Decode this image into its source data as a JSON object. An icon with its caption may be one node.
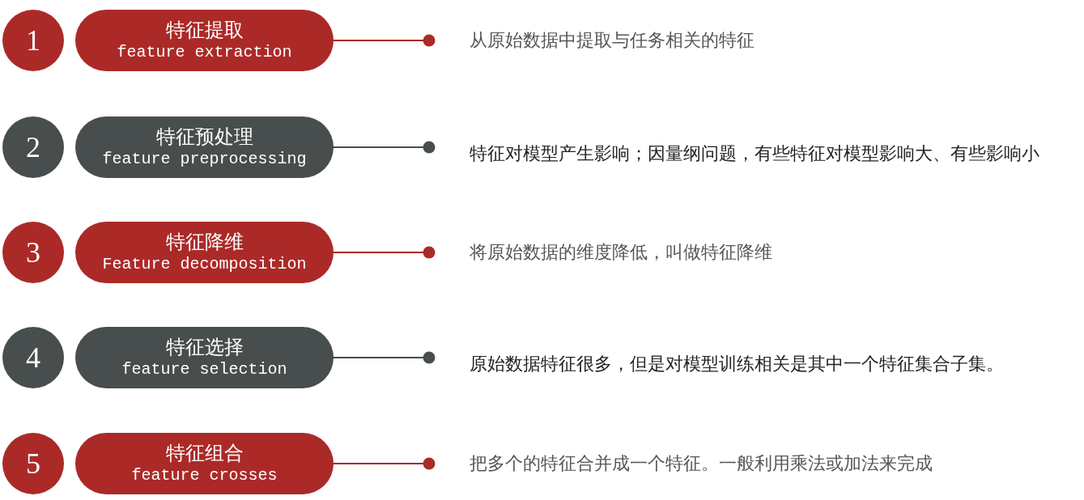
{
  "diagram": {
    "nodes": [
      {
        "text": [
          "1"
        ]
      },
      {
        "text": [
          "特征提取",
          "feature extraction"
        ]
      },
      {
        "text": [
          "2"
        ]
      },
      {
        "text": [
          "特征预处理",
          "feature preprocessing"
        ]
      },
      {
        "text": [
          "3"
        ]
      },
      {
        "text": [
          "特征降维",
          "Feature decomposition"
        ]
      },
      {
        "text": [
          "4"
        ]
      },
      {
        "text": [
          "特征选择",
          "feature selection"
        ]
      },
      {
        "text": [
          "5"
        ]
      },
      {
        "text": [
          "特征组合",
          "feature crosses"
        ]
      }
    ],
    "edges": [
      {
        "from": 1,
        "to": null,
        "arrow": "other"
      },
      {
        "from": 3,
        "to": null,
        "arrow": "other",
        "color": "#474e4d"
      },
      {
        "from": 5,
        "to": null,
        "arrow": "other"
      },
      {
        "from": 7,
        "to": null,
        "arrow": "other",
        "color": "#474e4d"
      },
      {
        "from": 9,
        "to": null,
        "arrow": "other"
      }
    ],
    "labels": [
      "从原始数据中提取与任务相关的特征",
      "特征对模型产生影响；因量纲问题，有些特征对模型影响大、有些影响小",
      "将原始数据的维度降低，叫做特征降维",
      "原始数据特征很多，但是对模型训练相关是其中一个特征集合子集。",
      "把多个的特征合并成一个特征。一般利用乘法或加法来完成"
    ]
  }
}
